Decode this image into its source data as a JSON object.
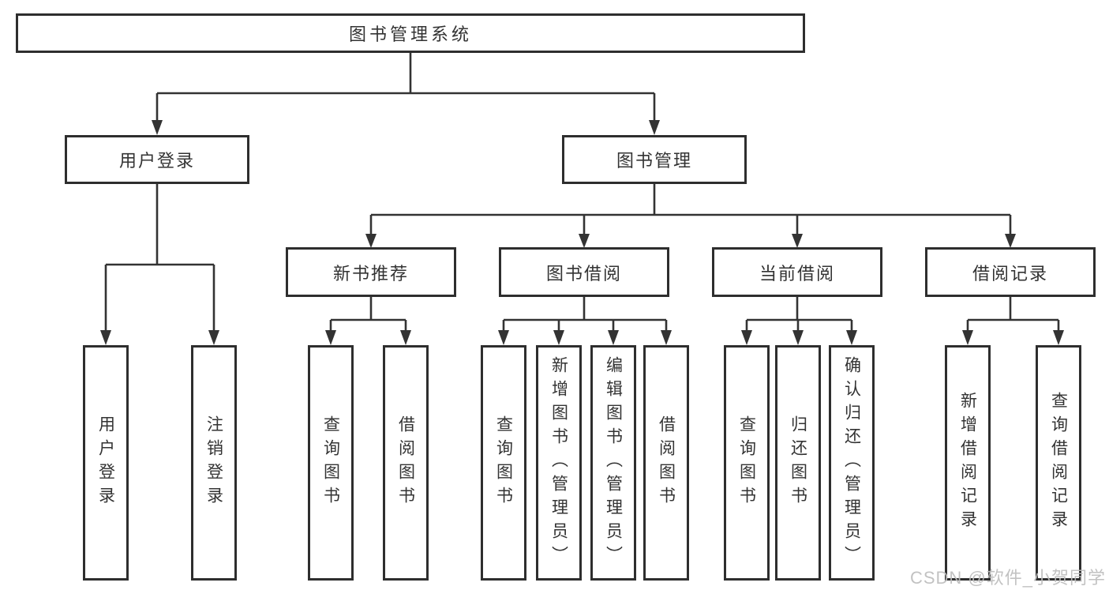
{
  "diagram": {
    "root": {
      "label": "图书管理系统"
    },
    "level2": [
      {
        "id": "user-login",
        "label": "用户登录"
      },
      {
        "id": "book-mgmt",
        "label": "图书管理"
      }
    ],
    "level3": [
      {
        "id": "new-book-rec",
        "label": "新书推荐"
      },
      {
        "id": "book-borrow",
        "label": "图书借阅"
      },
      {
        "id": "current-borrow",
        "label": "当前借阅"
      },
      {
        "id": "borrow-records",
        "label": "借阅记录"
      }
    ],
    "leaves": [
      {
        "parent": "user-login",
        "label": "用户登录"
      },
      {
        "parent": "user-login",
        "label": "注销登录"
      },
      {
        "parent": "new-book-rec",
        "label": "查询图书"
      },
      {
        "parent": "new-book-rec",
        "label": "借阅图书"
      },
      {
        "parent": "book-borrow",
        "label": "查询图书"
      },
      {
        "parent": "book-borrow",
        "label": "新增图书（管理员）"
      },
      {
        "parent": "book-borrow",
        "label": "编辑图书（管理员）"
      },
      {
        "parent": "book-borrow",
        "label": "借阅图书"
      },
      {
        "parent": "current-borrow",
        "label": "查询图书"
      },
      {
        "parent": "current-borrow",
        "label": "归还图书"
      },
      {
        "parent": "current-borrow",
        "label": "确认归还（管理员）"
      },
      {
        "parent": "borrow-records",
        "label": "新增借阅记录"
      },
      {
        "parent": "borrow-records",
        "label": "查询借阅记录"
      }
    ],
    "colors": {
      "line": "#333333",
      "text": "#333333",
      "background": "#ffffff",
      "watermark": "#bdbdbd"
    }
  },
  "watermark": {
    "text": "CSDN @软件_小贺同学"
  }
}
